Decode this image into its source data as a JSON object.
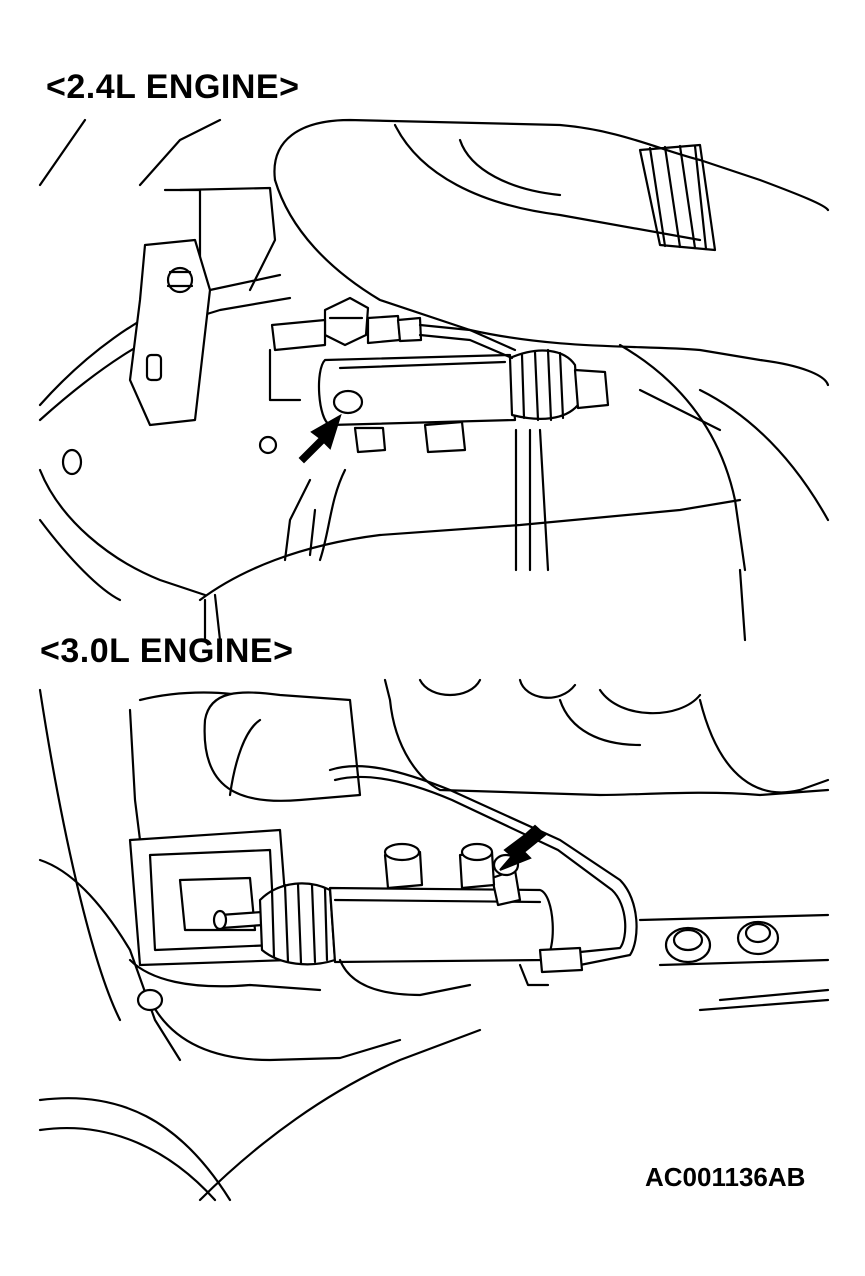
{
  "diagram": {
    "labels": {
      "engine_24": "<2.4L ENGINE>",
      "engine_30": "<3.0L ENGINE>",
      "figure_code": "AC001136AB"
    },
    "colors": {
      "line": "#000000",
      "background": "#ffffff"
    }
  }
}
